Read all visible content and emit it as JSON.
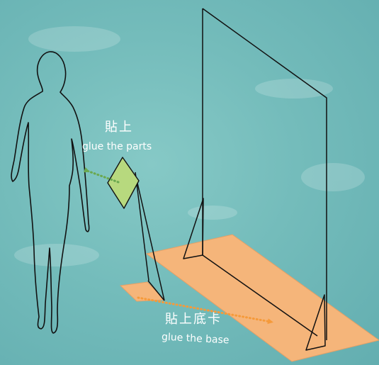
{
  "labels": {
    "glue_parts_zh": "貼上",
    "glue_parts_en": "glue the parts",
    "glue_base_zh": "貼上底卡",
    "glue_base_en": "glue the base"
  },
  "colors": {
    "background": "#6cb6b6",
    "base_card": "#f5b57a",
    "part_card": "#b7d97e",
    "part_arrow": "#6aa84f",
    "base_arrow": "#f59a3a",
    "outline": "#111111",
    "text": "#ffffff"
  },
  "icons": {
    "person": "person-silhouette-icon",
    "arrow": "dotted-arrow-icon"
  }
}
